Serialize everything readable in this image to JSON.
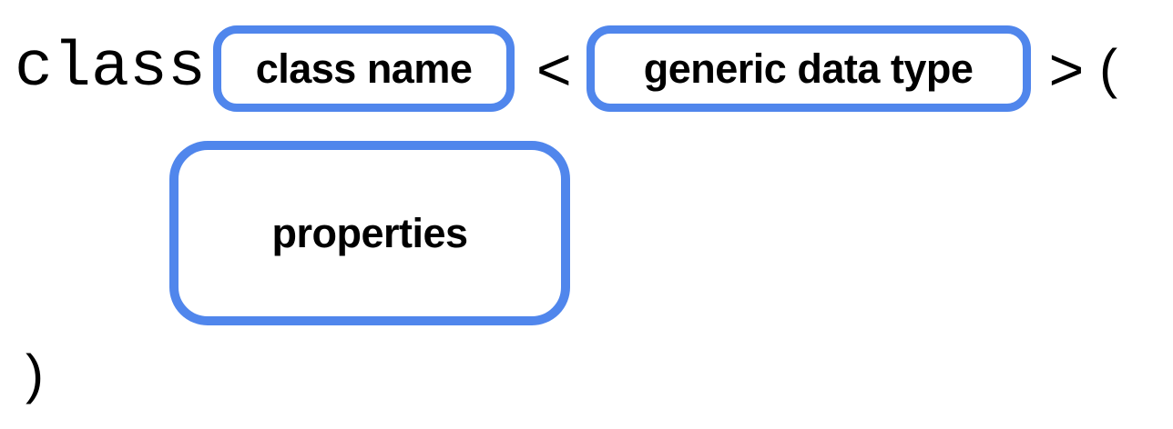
{
  "diagram": {
    "keyword": "class",
    "open_angle": "<",
    "close_angle": ">",
    "open_paren": "(",
    "close_paren": ")",
    "placeholders": {
      "class_name": "class name",
      "generic_type": "generic data type",
      "properties": "properties"
    },
    "colors": {
      "placeholder_border": "#5086EC",
      "text": "#000000",
      "background": "#FFFFFF"
    }
  }
}
